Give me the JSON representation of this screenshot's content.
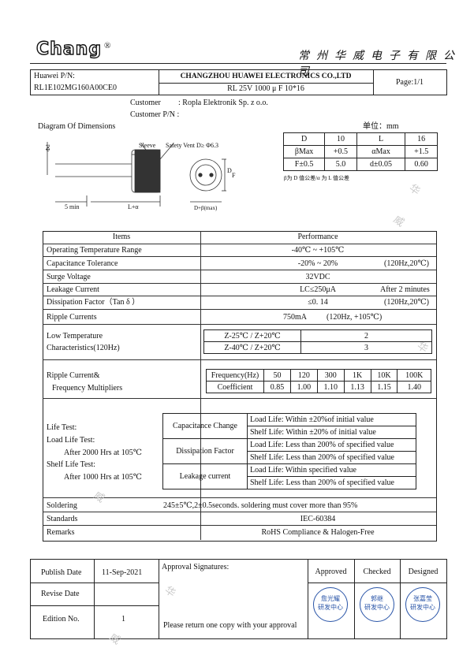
{
  "header": {
    "logo": "Chang",
    "registered": "®",
    "company_cn": "常州华威电子有限公司",
    "huawei_pn_label": "Huawei P/N:",
    "huawei_pn": "RL1E102MG160A00CE0",
    "company_en": "CHANGZHOU HUAWEI ELECTRONICS CO.,LTD",
    "product": "RL 25V 1000 μ F 10*16",
    "page": "Page:1/1"
  },
  "customer": {
    "label": "Customer",
    "value": ": Ropla Elektronik Sp. z o.o.",
    "pn_label": "Customer P/N :"
  },
  "diagram": {
    "title": "Diagram Of Dimensions",
    "unit": "单位：mm",
    "sleeve": "Sleeve",
    "safety_vent": "Safety Vent D≥ Φ6.3",
    "dim_5": "5 min",
    "dim_l": "L+α",
    "dim_d": "D",
    "dim_f": "F",
    "dim_b": "D+β(max)",
    "phi": "Φd",
    "note": "β为 D 值公差/α 为 L 值公差",
    "table": [
      [
        "D",
        "10",
        "L",
        "16"
      ],
      [
        "βMax",
        "+0.5",
        "αMax",
        "+1.5"
      ],
      [
        "F±0.5",
        "5.0",
        "d±0.05",
        "0.60"
      ]
    ]
  },
  "spec": {
    "items_header": "Items",
    "performance_header": "Performance",
    "op_temp_label": "Operating Temperature Range",
    "op_temp_value": "-40℃   ~   +105℃",
    "cap_tol_label": "Capacitance Tolerance",
    "cap_tol_value": "-20% ~ 20%",
    "cap_tol_cond": "(120Hz,20℃)",
    "surge_label": "Surge Voltage",
    "surge_value": "32VDC",
    "leak_label": "Leakage Current",
    "leak_value": "LC≤250μA",
    "leak_cond": "After 2 minutes",
    "df_label": "Dissipation Factor（Tan δ ）",
    "df_value": "≤0. 14",
    "df_cond": "(120Hz,20℃)",
    "ripple_label": "Ripple Currents",
    "ripple_value": "750mA",
    "ripple_cond": "(120Hz, +105℃)",
    "lowtemp_label1": "Low Temperature",
    "lowtemp_label2": "Characteristics(120Hz)",
    "lowtemp_rows": [
      {
        "cond": "Z-25℃ / Z+20℃",
        "value": "2"
      },
      {
        "cond": "Z-40℃ / Z+20℃",
        "value": "3"
      }
    ],
    "freq_label1": "Ripple Current&",
    "freq_label2": "Frequency Multipliers",
    "freq_header": "Frequency(Hz)",
    "freq_values": [
      "50",
      "120",
      "300",
      "1K",
      "10K",
      "100K"
    ],
    "coef_header": "Coefficient",
    "coef_values": [
      "0.85",
      "1.00",
      "1.10",
      "1.13",
      "1.15",
      "1.40"
    ],
    "life_label1": "Life Test:",
    "life_label2": "Load Life Test:",
    "life_label3": "After 2000 Hrs at 105℃",
    "life_label4": "Shelf Life Test:",
    "life_label5": "After 1000 Hrs at 105℃",
    "life_rows": [
      {
        "item": "Capacitance Change",
        "load": "Load Life: Within  ±20%of initial value",
        "shelf": "Shelf Life: Within  ±20% of initial value"
      },
      {
        "item": "Dissipation Factor",
        "load": "Load Life: Less than 200% of specified value",
        "shelf": "Shelf Life: Less than 200% of specified value"
      },
      {
        "item": "Leakage current",
        "load": "Load Life: Within specified value",
        "shelf": "Shelf Life: Less than 200% of specified value"
      }
    ],
    "solder_label": "Soldering",
    "solder_value": "245±5℃,2±0.5seconds. soldering must cover more than 95%",
    "std_label": "Standards",
    "std_value": "IEC-60384",
    "remarks_label": "Remarks",
    "remarks_value": "RoHS Compliance & Halogen-Free"
  },
  "footer": {
    "publish_label": "Publish Date",
    "publish_value": "11-Sep-2021",
    "revise_label": "Revise Date",
    "revise_value": "",
    "edition_label": "Edition No.",
    "edition_value": "1",
    "approval_label": "Approval Signatures:",
    "return_note": "Please return one copy with your approval",
    "approved": "Approved",
    "checked": "Checked",
    "designed": "Designed",
    "stamp1_name": "詹光耀",
    "stamp2_name": "郭继",
    "stamp3_name": "张嘉莹",
    "stamp_dept": "研发中心"
  }
}
